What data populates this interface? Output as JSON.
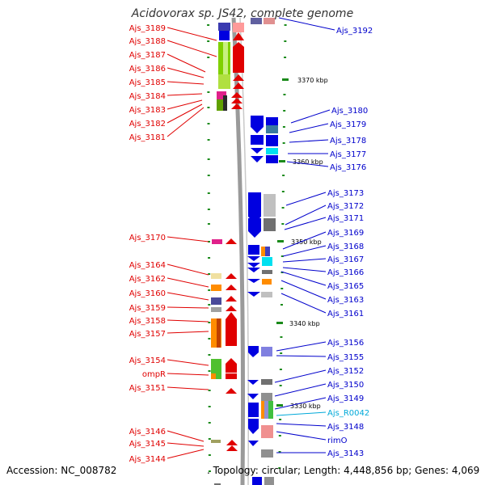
{
  "title": "Acidovorax sp. JS42, complete genome",
  "footer": {
    "accession": "Accession: NC_008782",
    "topology": ". Topology: circular; Length: 4,448,856 bp; Genes: 4,069"
  },
  "colors": {
    "left_label": "#e00000",
    "right_label": "#0000cc",
    "rna_label": "#00a9d9",
    "backbone": "#8a8a8a",
    "tick": "#1a8a1a"
  },
  "kbp_markers": [
    "3370 kbp",
    "3360 kbp",
    "3350 kbp",
    "3340 kbp",
    "3330 kbp"
  ],
  "left_labels": [
    "Ajs_3189",
    "Ajs_3188",
    "Ajs_3187",
    "Ajs_3186",
    "Ajs_3185",
    "Ajs_3184",
    "Ajs_3183",
    "Ajs_3182",
    "Ajs_3181",
    "Ajs_3170",
    "Ajs_3164",
    "Ajs_3162",
    "Ajs_3160",
    "Ajs_3159",
    "Ajs_3158",
    "Ajs_3157",
    "Ajs_3154",
    "ompR",
    "Ajs_3151",
    "Ajs_3146",
    "Ajs_3145",
    "Ajs_3144"
  ],
  "right_labels": [
    "Ajs_3192",
    "Ajs_3180",
    "Ajs_3179",
    "Ajs_3178",
    "Ajs_3177",
    "Ajs_3176",
    "Ajs_3173",
    "Ajs_3172",
    "Ajs_3171",
    "Ajs_3169",
    "Ajs_3168",
    "Ajs_3167",
    "Ajs_3166",
    "Ajs_3165",
    "Ajs_3163",
    "Ajs_3161",
    "Ajs_3156",
    "Ajs_3155",
    "Ajs_3152",
    "Ajs_3150",
    "Ajs_3149",
    "Ajs_R0042",
    "Ajs_3148",
    "rimO",
    "Ajs_3143"
  ]
}
